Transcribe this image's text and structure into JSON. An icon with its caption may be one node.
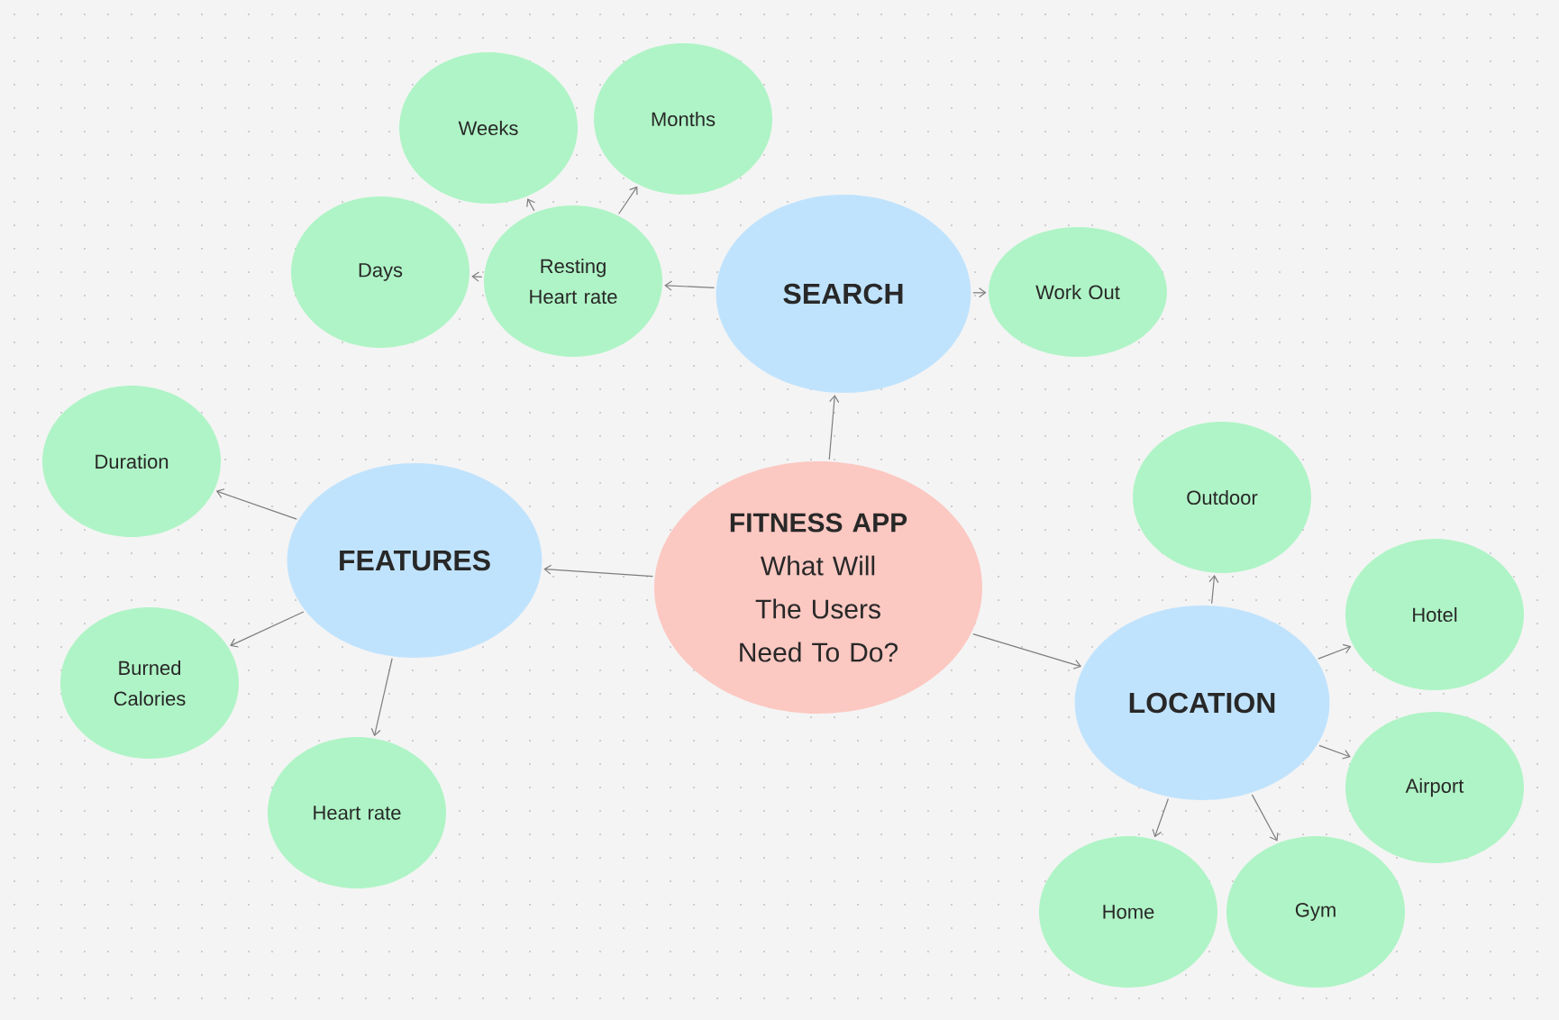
{
  "diagram": {
    "nodes": [
      {
        "text": [
          "FITNESS APP",
          "What Will The Users Need To Do?"
        ]
      },
      {
        "text": [
          "SEARCH"
        ]
      },
      {
        "text": [
          "Resting Heart rate"
        ]
      },
      {
        "text": [
          "Days"
        ]
      },
      {
        "text": [
          "Weeks"
        ]
      },
      {
        "text": [
          "Months"
        ]
      },
      {
        "text": [
          "Work Out"
        ]
      },
      {
        "text": [
          "FEATURES"
        ]
      },
      {
        "text": [
          "Duration"
        ]
      },
      {
        "text": [
          "Burned Calories"
        ]
      },
      {
        "text": [
          "Heart rate"
        ]
      },
      {
        "text": [
          "LOCATION"
        ]
      },
      {
        "text": [
          "Outdoor"
        ]
      },
      {
        "text": [
          "Hotel"
        ]
      },
      {
        "text": [
          "Airport"
        ]
      },
      {
        "text": [
          "Home"
        ]
      },
      {
        "text": [
          "Gym"
        ]
      }
    ],
    "edges": [
      {
        "from": 0,
        "to": 1,
        "arrow": "to"
      },
      {
        "from": 1,
        "to": 2,
        "arrow": "to"
      },
      {
        "from": 2,
        "to": 3,
        "arrow": "to"
      },
      {
        "from": 2,
        "to": 4,
        "arrow": "to"
      },
      {
        "from": 2,
        "to": 5,
        "arrow": "to"
      },
      {
        "from": 1,
        "to": 6,
        "arrow": "to"
      },
      {
        "from": 0,
        "to": 7,
        "arrow": "to"
      },
      {
        "from": 7,
        "to": 8,
        "arrow": "to"
      },
      {
        "from": 7,
        "to": 9,
        "arrow": "to"
      },
      {
        "from": 7,
        "to": 10,
        "arrow": "to"
      },
      {
        "from": 0,
        "to": 11,
        "arrow": "to"
      },
      {
        "from": 11,
        "to": 12,
        "arrow": "to"
      },
      {
        "from": 11,
        "to": 13,
        "arrow": "to"
      },
      {
        "from": 11,
        "to": 14,
        "arrow": "to"
      },
      {
        "from": 11,
        "to": 15,
        "arrow": "to"
      },
      {
        "from": 11,
        "to": 16,
        "arrow": "to"
      }
    ]
  }
}
